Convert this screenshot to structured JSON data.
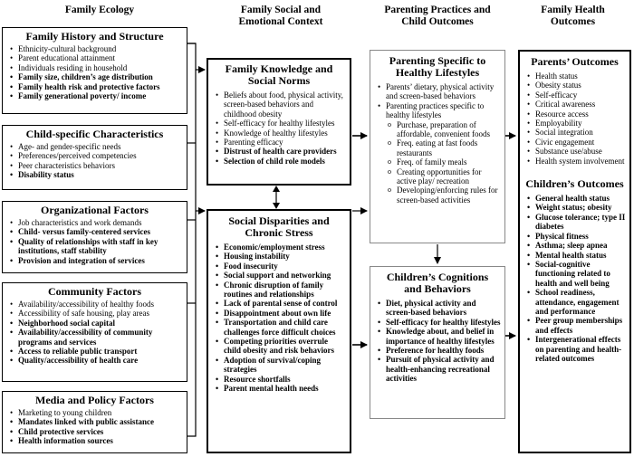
{
  "headers": {
    "col1": "Family Ecology",
    "col2a": "Family Social and",
    "col2b": "Emotional Context",
    "col3a": "Parenting Practices and",
    "col3b": "Child Outcomes",
    "col4a": "Family Health",
    "col4b": "Outcomes"
  },
  "history": {
    "title": "Family History and Structure",
    "items": [
      {
        "text": "Ethnicity-cultural background",
        "bold": false
      },
      {
        "text": "Parent educational attainment",
        "bold": false
      },
      {
        "text": "Individuals residing in household",
        "bold": false
      },
      {
        "text": "Family size, children’s age distribution",
        "bold": true
      },
      {
        "text": "Family health risk and protective factors",
        "bold": true
      },
      {
        "text": "Family generational poverty/ income",
        "bold": true
      }
    ]
  },
  "child_specific": {
    "title": "Child-specific Characteristics",
    "items": [
      {
        "text": "Age- and gender-specific needs",
        "bold": false
      },
      {
        "text": "Preferences/perceived competencies",
        "bold": false
      },
      {
        "text": "Peer characteristics behaviors",
        "bold": false
      },
      {
        "text": "Disability status",
        "bold": true
      }
    ]
  },
  "organizational": {
    "title": "Organizational Factors",
    "items": [
      {
        "text": "Job characteristics and work demands",
        "bold": false
      },
      {
        "text": "Child- versus family-centered services",
        "bold": true
      },
      {
        "text": "Quality of relationships with staff in key institutions, staff stability",
        "bold": true
      },
      {
        "text": "Provision and integration of services",
        "bold": true
      }
    ]
  },
  "community": {
    "title": "Community Factors",
    "items": [
      {
        "text": "Availability/accessibility of healthy foods",
        "bold": false
      },
      {
        "text": "Accessibility of safe housing, play areas",
        "bold": false
      },
      {
        "text": "Neighborhood social capital",
        "bold": true
      },
      {
        "text": "Availability/accessibility of community programs and services",
        "bold": true
      },
      {
        "text": "Access to reliable public transport",
        "bold": true
      },
      {
        "text": "Quality/accessibility of health care",
        "bold": true
      }
    ]
  },
  "media": {
    "title": "Media and Policy Factors",
    "items": [
      {
        "text": "Marketing to young children",
        "bold": false
      },
      {
        "text": "Mandates linked with public assistance",
        "bold": true
      },
      {
        "text": "Child protective services",
        "bold": true
      },
      {
        "text": "Health information sources",
        "bold": true
      }
    ]
  },
  "knowledge": {
    "title1": "Family Knowledge and",
    "title2": "Social Norms",
    "items": [
      {
        "text": "Beliefs about food, physical activity, screen-based behaviors and childhood obesity",
        "bold": false
      },
      {
        "text": "Self-efficacy for healthy lifestyles",
        "bold": false
      },
      {
        "text": "Knowledge of healthy lifestyles",
        "bold": false
      },
      {
        "text": "Parenting efficacy",
        "bold": false
      },
      {
        "text": "Distrust of health care providers",
        "bold": true
      },
      {
        "text": "Selection of child role models",
        "bold": true
      }
    ]
  },
  "disparities": {
    "title1": "Social Disparities and",
    "title2": "Chronic Stress",
    "items": [
      {
        "text": "Economic/employment stress",
        "bold": true
      },
      {
        "text": "Housing instability",
        "bold": true
      },
      {
        "text": "Food insecurity",
        "bold": true
      },
      {
        "text": "Social support and networking",
        "bold": true
      },
      {
        "text": "Chronic disruption of family routines and relationships",
        "bold": true
      },
      {
        "text": "Lack of parental sense of control",
        "bold": true
      },
      {
        "text": "Disappointment about own life",
        "bold": true
      },
      {
        "text": "Transportation and child care challenges force difficult choices",
        "bold": true
      },
      {
        "text": "Competing priorities overrule child obesity and risk behaviors",
        "bold": true
      },
      {
        "text": "Adoption of survival/coping strategies",
        "bold": true
      },
      {
        "text": "Resource shortfalls",
        "bold": true
      },
      {
        "text": "Parent mental health needs",
        "bold": true
      }
    ]
  },
  "parenting": {
    "title1": "Parenting Specific to",
    "title2": "Healthy Lifestyles",
    "item1": "Parents’ dietary, physical activity and screen-based behaviors",
    "item2": "Parenting practices specific to healthy lifestyles",
    "subitems": [
      "Purchase, preparation of affordable, convenient foods",
      "Freq. eating at fast foods restaurants",
      "Freq. of family meals",
      "Creating opportunities for active play/ recreation",
      "Developing/enforcing rules for screen-based activities"
    ]
  },
  "cognitions": {
    "title1": "Children’s Cognitions",
    "title2": "and Behaviors",
    "items": [
      {
        "text": "Diet, physical activity and screen-based behaviors",
        "bold": true
      },
      {
        "text": "Self-efficacy for healthy lifestyles",
        "bold": true
      },
      {
        "text": "Knowledge about, and belief in importance of healthy lifestyles",
        "bold": true
      },
      {
        "text": "Preference for healthy foods",
        "bold": true
      },
      {
        "text": "Pursuit of physical activity and health-enhancing recreational activities",
        "bold": true
      }
    ]
  },
  "parents_outcomes": {
    "title": "Parents’ Outcomes",
    "items": [
      {
        "text": "Health status",
        "bold": false
      },
      {
        "text": "Obesity status",
        "bold": false
      },
      {
        "text": "Self-efficacy",
        "bold": false
      },
      {
        "text": "Critical awareness",
        "bold": false
      },
      {
        "text": "Resource access",
        "bold": false
      },
      {
        "text": "Employability",
        "bold": false
      },
      {
        "text": "Social integration",
        "bold": false
      },
      {
        "text": "Civic engagement",
        "bold": false
      },
      {
        "text": "Substance use/abuse",
        "bold": false
      },
      {
        "text": "Health system involvement",
        "bold": false
      }
    ]
  },
  "children_outcomes": {
    "title": "Children’s Outcomes",
    "items": [
      {
        "text": "General health status",
        "bold": true
      },
      {
        "text": "Weight status; obesity",
        "bold": true
      },
      {
        "text": "Glucose tolerance; type II diabetes",
        "bold": true
      },
      {
        "text": "Physical fitness",
        "bold": true
      },
      {
        "text": "Asthma; sleep apnea",
        "bold": true
      },
      {
        "text": "Mental health status",
        "bold": true
      },
      {
        "text": "Social-cognitive functioning related to health and well being",
        "bold": true
      },
      {
        "text": "School readiness, attendance, engagement and performance",
        "bold": true
      },
      {
        "text": "Peer group memberships and effects",
        "bold": true
      },
      {
        "text": "Intergenerational effects on parenting and health-related outcomes",
        "bold": true
      }
    ]
  }
}
